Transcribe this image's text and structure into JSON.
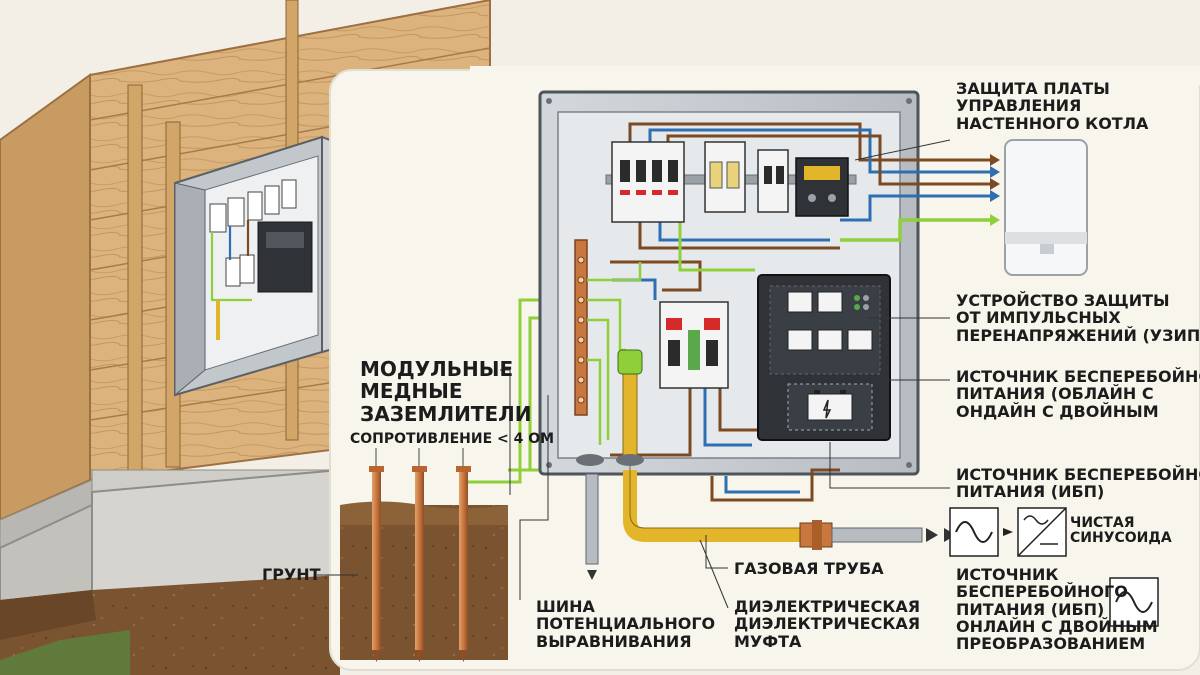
{
  "labels": {
    "modular_rods": {
      "lines": [
        "МОДУЛЬНЫЕ",
        "МЕДНЫЕ",
        "ЗАЗЕМЛИТЕЛИ"
      ],
      "note": "СОПРОТИВЛЕНИЕ < 4 ОМ"
    },
    "ground": "ГРУНТ",
    "busbar": [
      "ШИНА",
      "ПОТЕНЦИАЛЬНОГО",
      "ВЫРАВНИВАНИЯ"
    ],
    "gas_pipe": "ГАЗОВАЯ ТРУБА",
    "dielectric": [
      "ДИЭЛЕКТРИЧЕСКАЯ",
      "ДИЭЛЕКТРИЧЕСКАЯ",
      "МУФТА"
    ],
    "boiler_protection": [
      "ЗАЩИТА ПЛАТЫ",
      "УПРАВЛЕНИЯ",
      "НАСТЕННОГО КОТЛА"
    ],
    "spd": [
      "УСТРОЙСТВО ЗАЩИТЫ",
      "ОТ ИМПУЛЬСНЫХ",
      "ПЕРЕНАПРЯЖЕНИЙ (УЗИП)"
    ],
    "ups_online": [
      "ИСТОЧНИК БЕСПЕРЕБОЙНОГО",
      "ПИТАНИЯ (ОБЛАЙН С",
      "ОНДАЙН С ДВОЙНЫМ"
    ],
    "ups": [
      "ИСТОЧНИК БЕСПЕРЕБОЙНОГО",
      "ПИТАНИЯ (ИБП)"
    ],
    "pure_sine": [
      "ЧИСТАЯ",
      "СИНУСОИДА"
    ],
    "ups_double": [
      "ИСТОЧНИК",
      "БЕСПЕРЕБОЙНОГО",
      "ПИТАНИЯ (ИБП)",
      "ОНЛАЙН С ДВОЙНЫМ",
      "ПРЕОБРАЗОВАНИЕМ"
    ]
  },
  "colors": {
    "background": "#f3efe6",
    "wood": "#dcb37d",
    "panel": "#c9ced3",
    "wire_brown": "#7b4a22",
    "wire_blue": "#2f6fb1",
    "wire_green_yellow": "#8fcf3a",
    "gas_pipe": "#e2b52a",
    "copper": "#c8773e",
    "soil": "#7a5330"
  }
}
